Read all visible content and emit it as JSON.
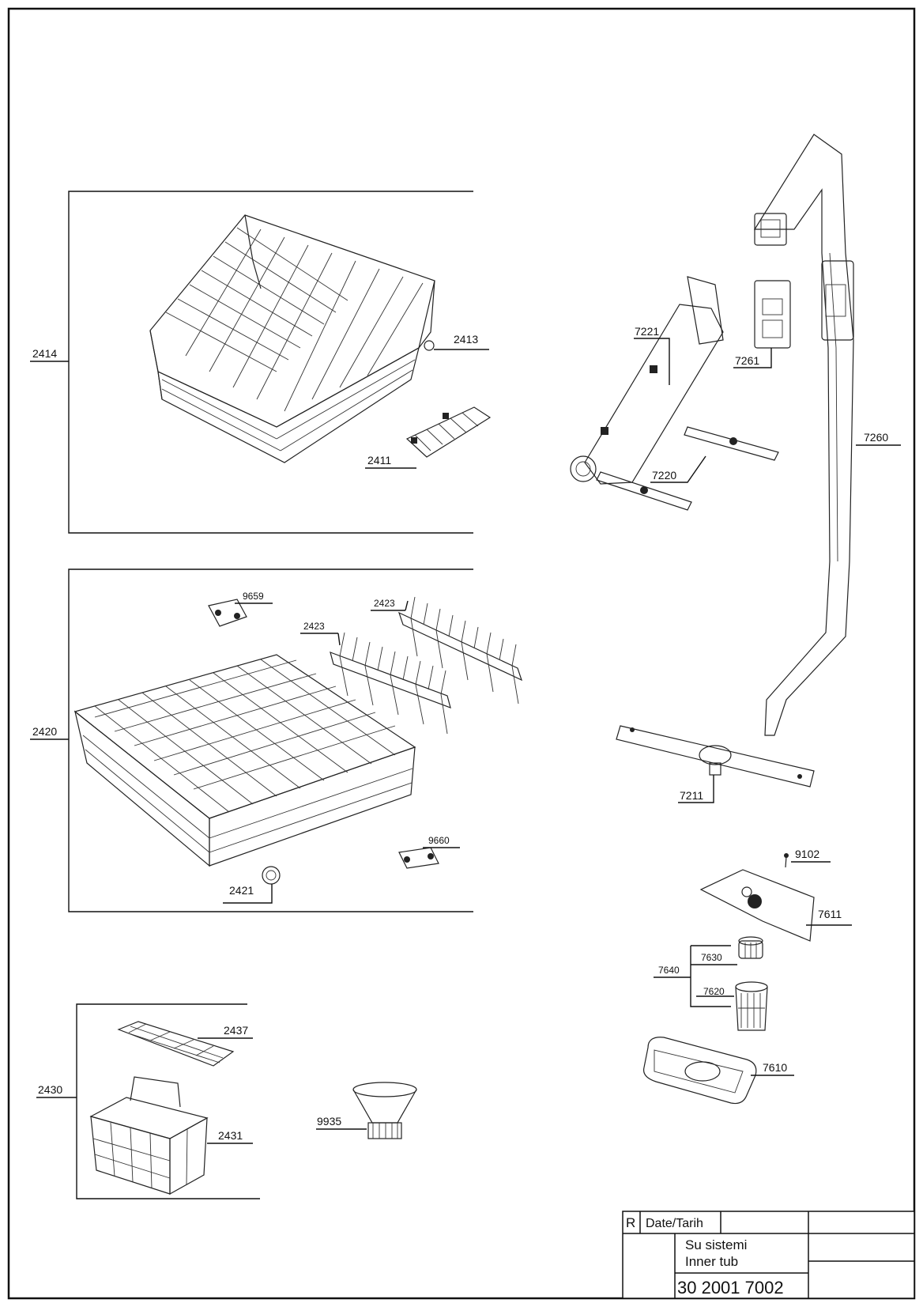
{
  "callouts": {
    "c2414": "2414",
    "c2413": "2413",
    "c2411": "2411",
    "c9659": "9659",
    "c2423a": "2423",
    "c2423b": "2423",
    "c2420": "2420",
    "c9660": "9660",
    "c2421": "2421",
    "c2437": "2437",
    "c2430": "2430",
    "c2431": "2431",
    "c9935": "9935",
    "c7221": "7221",
    "c7261": "7261",
    "c7260": "7260",
    "c7220": "7220",
    "c7211": "7211",
    "c9102": "9102",
    "c7611": "7611",
    "c7630": "7630",
    "c7640": "7640",
    "c7620": "7620",
    "c7610": "7610"
  },
  "title_block": {
    "rev_label": "R",
    "date_label": "Date/Tarih",
    "title_line1": "Su sistemi",
    "title_line2": "Inner tub",
    "drawing_number": "30 2001 7002"
  }
}
